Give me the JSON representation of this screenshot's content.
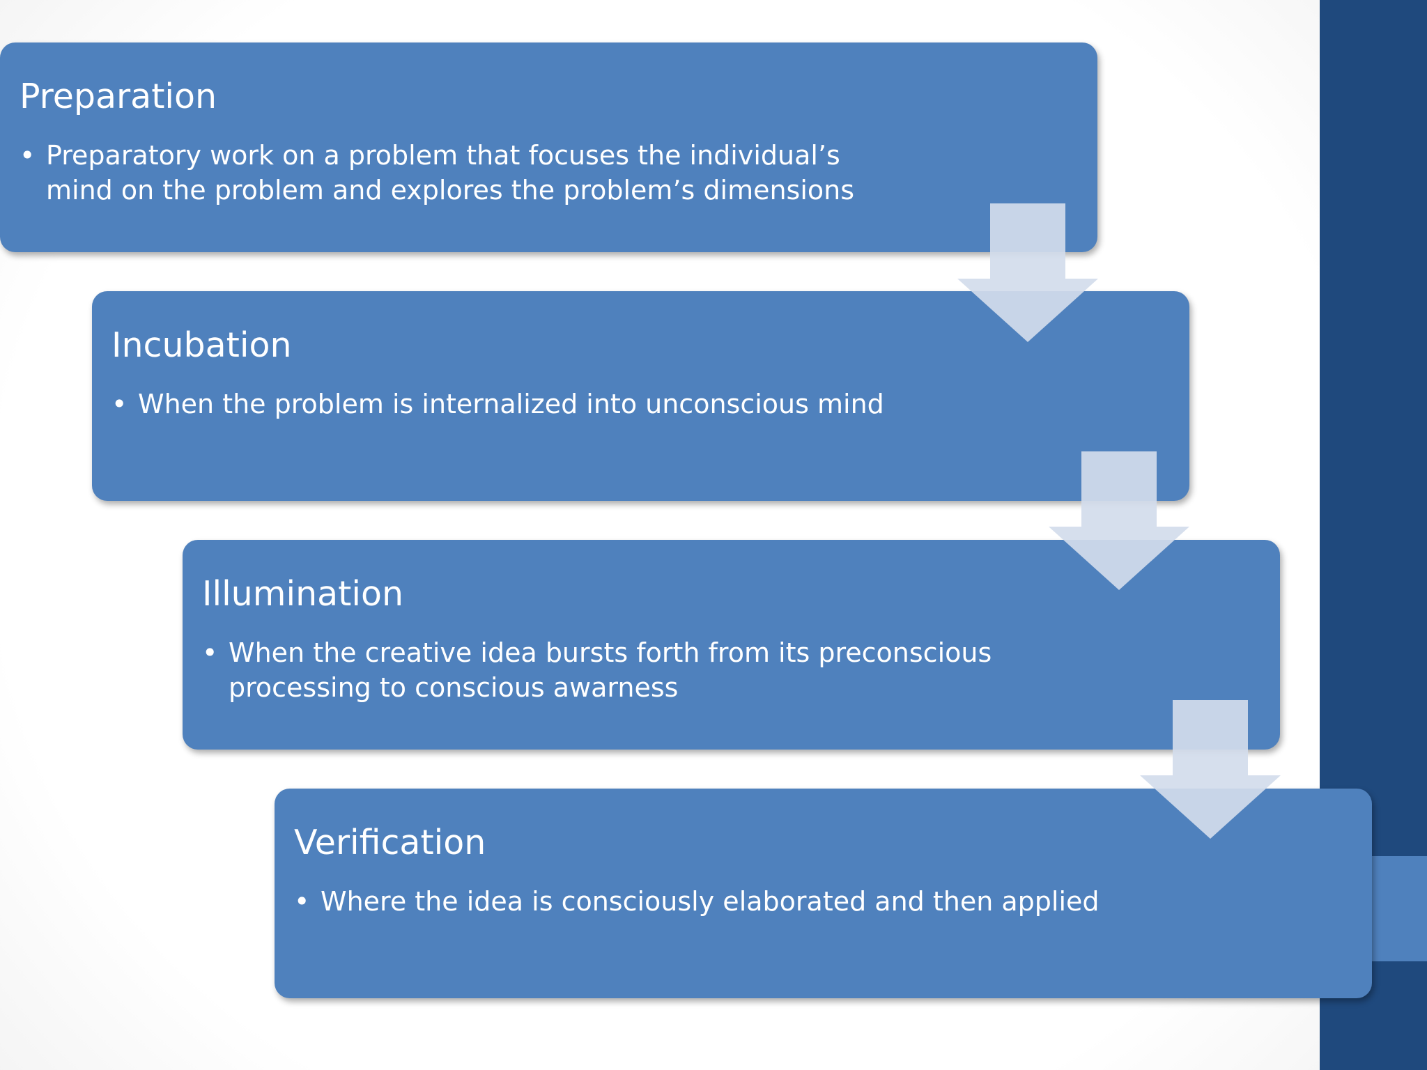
{
  "steps": [
    {
      "title": "Preparation",
      "bullet": "Preparatory work on a problem that focuses the individual’s",
      "bullet_line2": "mind on the problem and explores the problem’s dimensions"
    },
    {
      "title": "Incubation",
      "bullet": "When the problem is internalized into unconscious mind",
      "bullet_line2": ""
    },
    {
      "title": "Illumination",
      "bullet": "When the creative idea bursts forth from its preconscious",
      "bullet_line2": "processing to conscious awarness"
    },
    {
      "title": "Verification",
      "bullet": "Where the idea is consciously elaborated and  then applied",
      "bullet_line2": ""
    }
  ],
  "bullet_glyph": "•",
  "colors": {
    "box_fill": "#4f81bd",
    "side_bar": "#1f497d",
    "arrow_fill": "#d3dceb",
    "text": "#ffffff"
  }
}
